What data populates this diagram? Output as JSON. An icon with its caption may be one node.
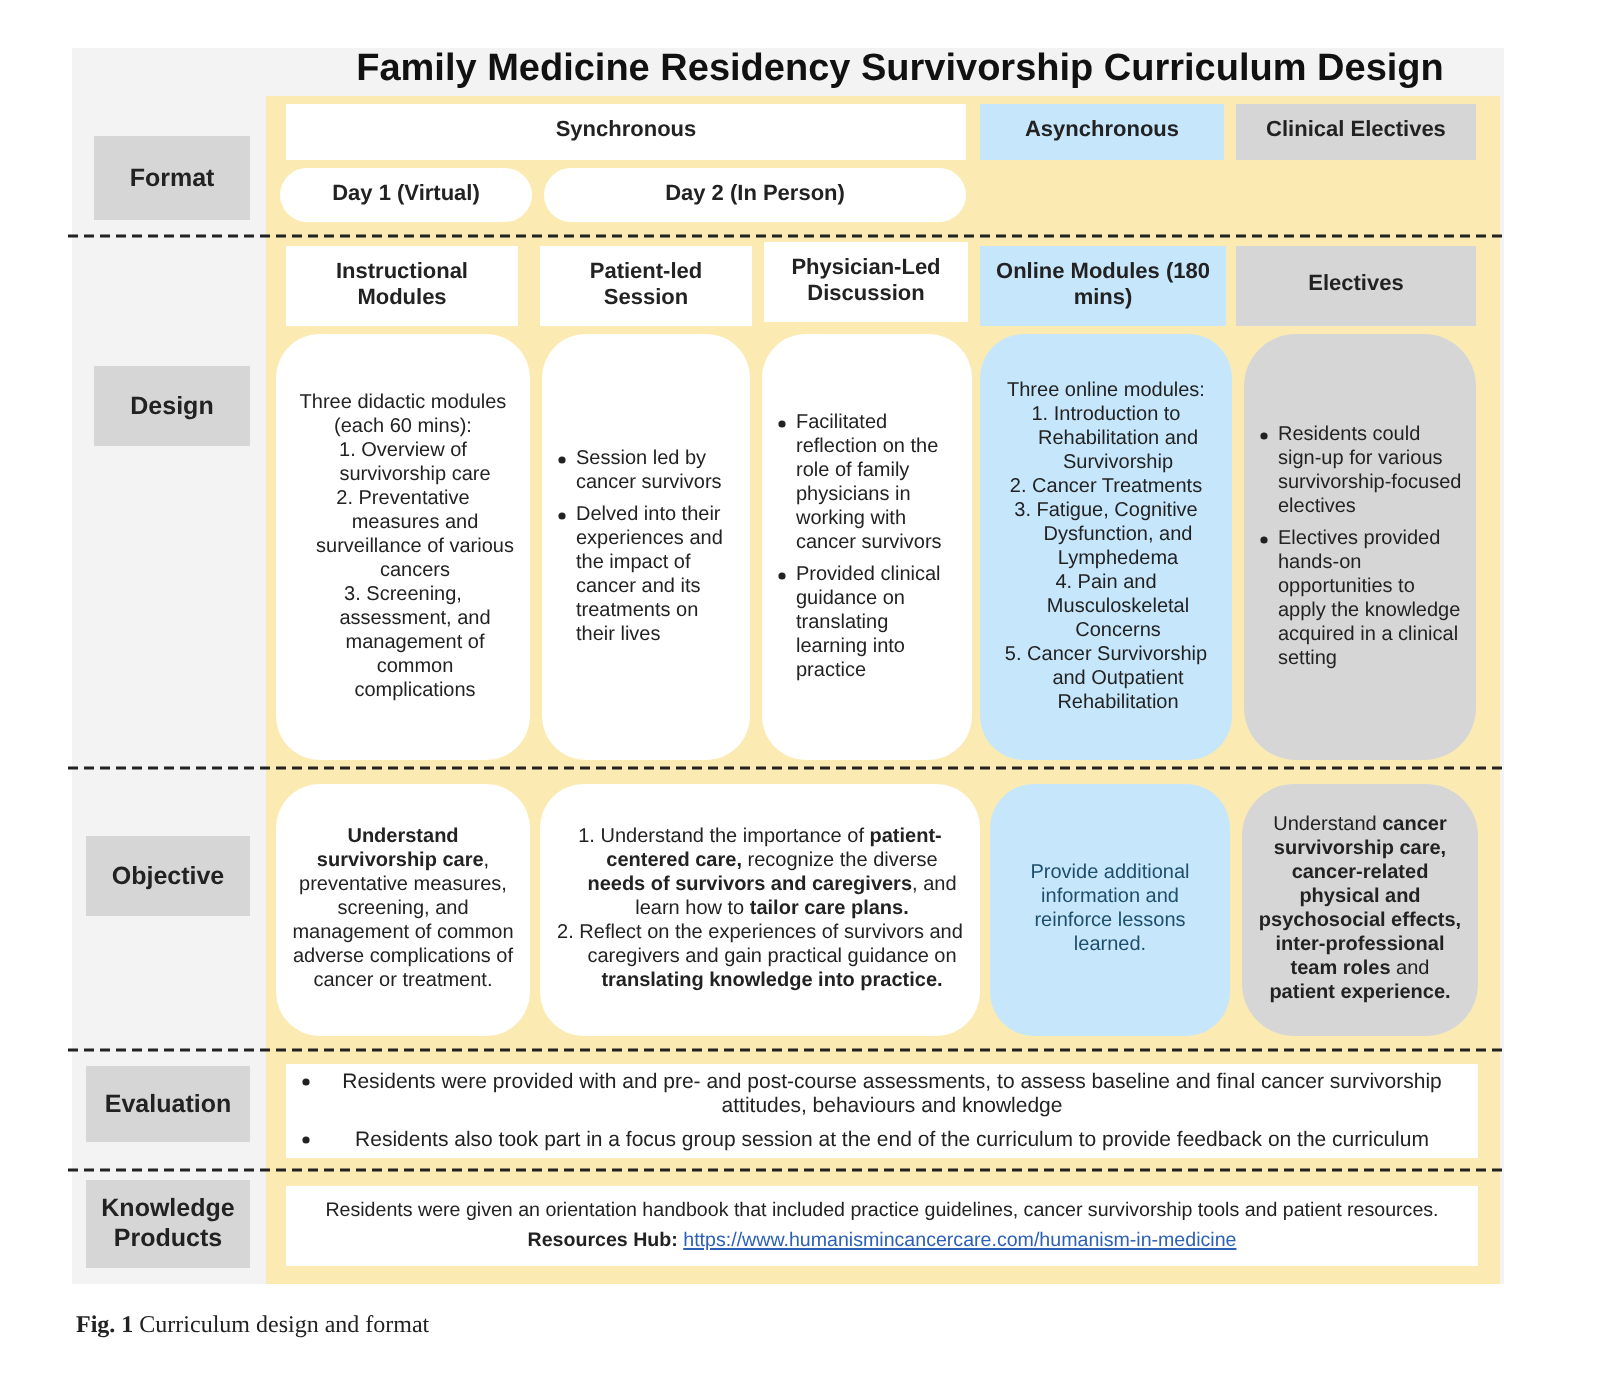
{
  "diagram": {
    "title": "Family Medicine Residency Survivorship Curriculum Design",
    "caption": "**Fig. 1** Curriculum design and format",
    "nodes": [
      {
        "text": [
          "Format"
        ]
      },
      {
        "text": [
          "Synchronous"
        ]
      },
      {
        "text": [
          "Asynchronous"
        ]
      },
      {
        "text": [
          "Clinical Electives"
        ]
      },
      {
        "text": [
          "Day 1 (Virtual)"
        ]
      },
      {
        "text": [
          "Day 2 (In Person)"
        ]
      },
      {
        "text": [
          "Design"
        ]
      },
      {
        "text": [
          "Instructional Modules"
        ]
      },
      {
        "text": [
          "Patient-led Session"
        ]
      },
      {
        "text": [
          "Physician-Led Discussion"
        ]
      },
      {
        "text": [
          "Online Modules (180 mins)"
        ]
      },
      {
        "text": [
          "Electives"
        ]
      },
      {
        "text": [
          "Three didactic modules (each 60 mins):",
          "1. Overview of survivorship care",
          "2. Preventative measures and surveillance of various cancers",
          "3. Screening, assessment, and management of common complications"
        ]
      },
      {
        "text": [
          "Session led by cancer survivors",
          "Delved into their experiences and the impact of cancer and its treatments on their lives"
        ]
      },
      {
        "text": [
          "Facilitated reflection on the role of family physicians in working with cancer survivors",
          "Provided clinical guidance on translating learning into practice"
        ]
      },
      {
        "text": [
          "Three online modules:",
          "1. Introduction to Rehabilitation and Survivorship",
          "2. Cancer Treatments",
          "3. Fatigue, Cognitive Dysfunction, and Lymphedema",
          "4. Pain and Musculoskeletal Concerns",
          "5. Cancer Survivorship and Outpatient Rehabilitation"
        ]
      },
      {
        "text": [
          "Residents could sign-up for various survivorship-focused electives",
          "Electives provided hands-on opportunities to apply the knowledge acquired in a clinical setting"
        ]
      },
      {
        "text": [
          "Objective"
        ]
      },
      {
        "text": [
          "**Understand survivorship care**, preventative measures, screening, and management of common adverse complications of cancer or treatment."
        ]
      },
      {
        "text": [
          "1. Understand the importance of **patient-centered care,** recognize the diverse **needs of survivors and caregivers**, and learn how to **tailor care plans.**",
          "2. Reflect on the experiences of survivors and caregivers and gain practical guidance on **translating  knowledge into practice.**"
        ]
      },
      {
        "text": [
          "Provide additional information and reinforce lessons learned."
        ]
      },
      {
        "text": [
          "Understand **cancer survivorship care, cancer-related physical and psychosocial effects, inter-professional team roles** and **patient experience.**"
        ]
      },
      {
        "text": [
          "Evaluation"
        ]
      },
      {
        "text": [
          "Residents were provided with and pre- and post-course assessments, to assess baseline and final cancer survivorship attitudes, behaviours and knowledge",
          "Residents also took part in a focus group session at the end of the curriculum to provide feedback on the curriculum"
        ]
      },
      {
        "text": [
          "Knowledge Products"
        ]
      },
      {
        "text": [
          "Residents were given an orientation handbook that included practice guidelines, cancer survivorship tools and patient resources.",
          "Resources Hub:",
          "https://www.humanismincancercare.com/humanism-in-medicine"
        ]
      }
    ]
  }
}
